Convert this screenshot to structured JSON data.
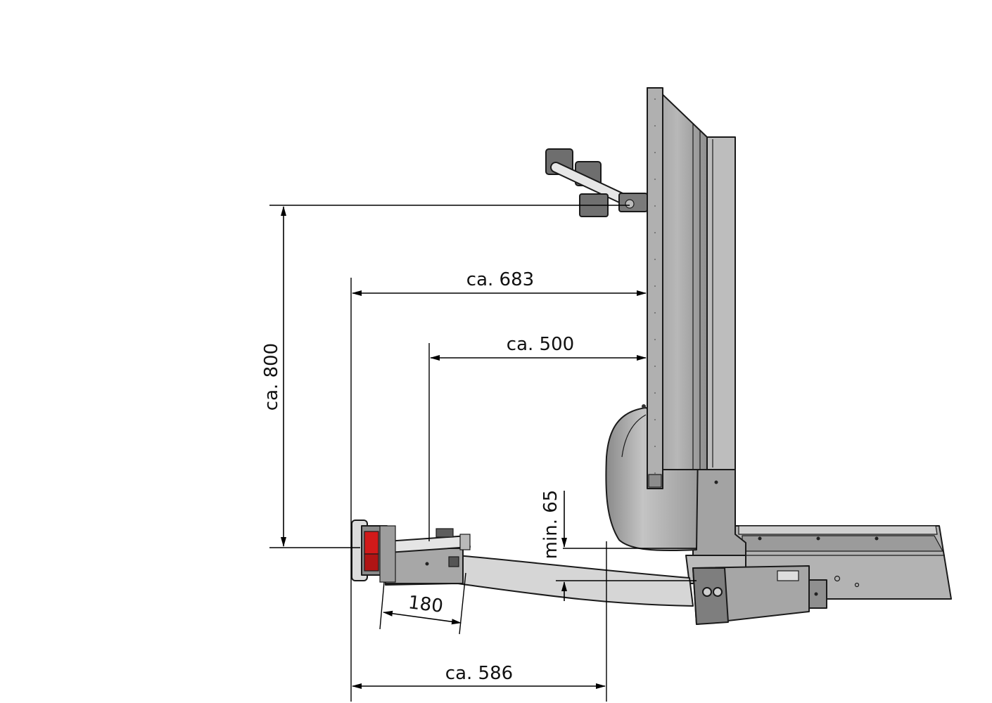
{
  "dimensions": {
    "height_800": "ca. 800",
    "width_683": "ca. 683",
    "width_500": "ca. 500",
    "min_65": "min. 65",
    "length_180": "180",
    "width_586": "ca. 586"
  },
  "colors": {
    "body_gray": "#a9a9a9",
    "light_gray": "#c8c8c8",
    "dark_gray": "#6d6d6d",
    "arm_gray": "#d6d6d6",
    "red_part": "#d21a1a",
    "outline": "#1a1a1a"
  }
}
